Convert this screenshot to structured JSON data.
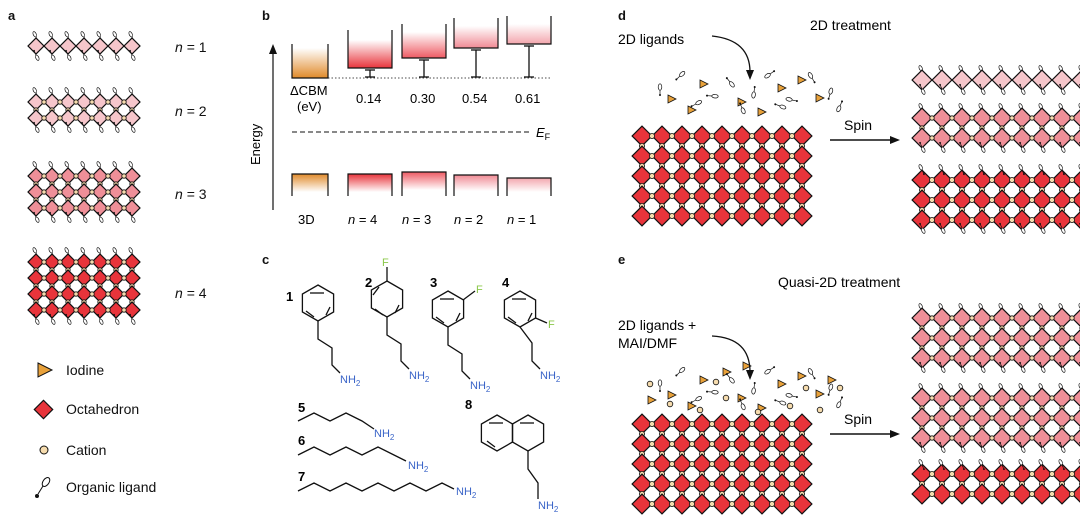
{
  "panel_a": {
    "letter": "a",
    "rows": [
      {
        "n_var": "n",
        "label": "= 1"
      },
      {
        "n_var": "n",
        "label": "= 2"
      },
      {
        "n_var": "n",
        "label": "= 3"
      },
      {
        "n_var": "n",
        "label": "= 4"
      }
    ],
    "legend": {
      "iodine": "Iodine",
      "octahedron": "Octahedron",
      "cation": "Cation",
      "ligand": "Organic ligand"
    }
  },
  "panel_b": {
    "letter": "b",
    "energy_label": "Energy",
    "dcbm_label": "ΔCBM",
    "dcbm_unit": "(eV)",
    "dcbm_values": [
      "0.14",
      "0.30",
      "0.54",
      "0.61"
    ],
    "ef_label": "E",
    "ef_sub": "F",
    "bottom_labels": [
      "3D",
      "n",
      "n",
      "n",
      "n"
    ],
    "bottom_suffix": [
      "",
      " = 4",
      " = 3",
      " = 2",
      " = 1"
    ],
    "colors": {
      "bulk": "#e08a2a",
      "red": "#e8343b",
      "pink": "#f3a6ad"
    }
  },
  "panel_c": {
    "letter": "c",
    "molecule_numbers": [
      "1",
      "2",
      "3",
      "4",
      "5",
      "6",
      "7",
      "8"
    ],
    "nh2": "NH",
    "nh2_sub": "2",
    "fluorine": "F"
  },
  "panel_d": {
    "letter": "d",
    "title": "2D treatment",
    "ligand_label": "2D ligands",
    "spin": "Spin"
  },
  "panel_e": {
    "letter": "e",
    "title": "Quasi-2D treatment",
    "ligand_label_1": "2D ligands +",
    "ligand_label_2": "MAI/DMF",
    "spin": "Spin"
  }
}
